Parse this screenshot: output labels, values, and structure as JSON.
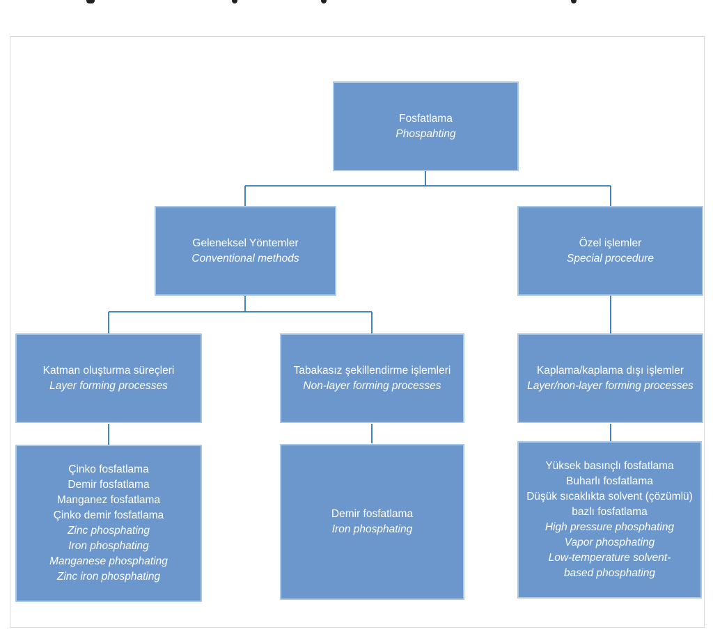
{
  "page": {
    "background": "#ffffff",
    "frame_border_color": "#d9d9d9"
  },
  "diagram": {
    "type": "org-chart",
    "box_fill": "#6B97CC",
    "box_border": "#ACC8E8",
    "connector_color": "#2E75B6",
    "text_color": "#ffffff",
    "nodes": {
      "root": {
        "title_tr": "Fosfatlama",
        "title_en": "Phospahting"
      },
      "conventional": {
        "title_tr": "Geleneksel Yöntemler",
        "title_en": "Conventional methods"
      },
      "special": {
        "title_tr": "Özel işlemler",
        "title_en": "Special procedure"
      },
      "layer_forming": {
        "title_tr": "Katman oluşturma süreçleri",
        "title_en": "Layer forming processes"
      },
      "non_layer_forming": {
        "title_tr": "Tabakasız şekillendirme işlemleri",
        "title_en": "Non-layer forming processes"
      },
      "layer_non_layer": {
        "title_tr": "Kaplama/kaplama dışı işlemler",
        "title_en": "Layer/non-layer forming processes"
      },
      "leaf_layer_forming": {
        "tr_lines": [
          "Çinko fosfatlama",
          "Demir fosfatlama",
          "Manganez fosfatlama",
          "Çinko demir fosfatlama"
        ],
        "en_lines": [
          "Zinc phosphating",
          "Iron phosphating",
          "Manganese phosphating",
          "Zinc iron phosphating"
        ]
      },
      "leaf_non_layer": {
        "tr_lines": [
          "Demir fosfatlama"
        ],
        "en_lines": [
          "Iron phosphating"
        ]
      },
      "leaf_special": {
        "tr_lines": [
          "Yüksek basınçlı fosfatlama",
          "Buharlı fosfatlama",
          "Düşük sıcaklıkta solvent (çözümlü)",
          "bazlı fosfatlama"
        ],
        "en_lines": [
          "High pressure phosphating",
          "Vapor phosphating",
          "Low-temperature solvent-",
          "based phosphating"
        ]
      }
    }
  }
}
